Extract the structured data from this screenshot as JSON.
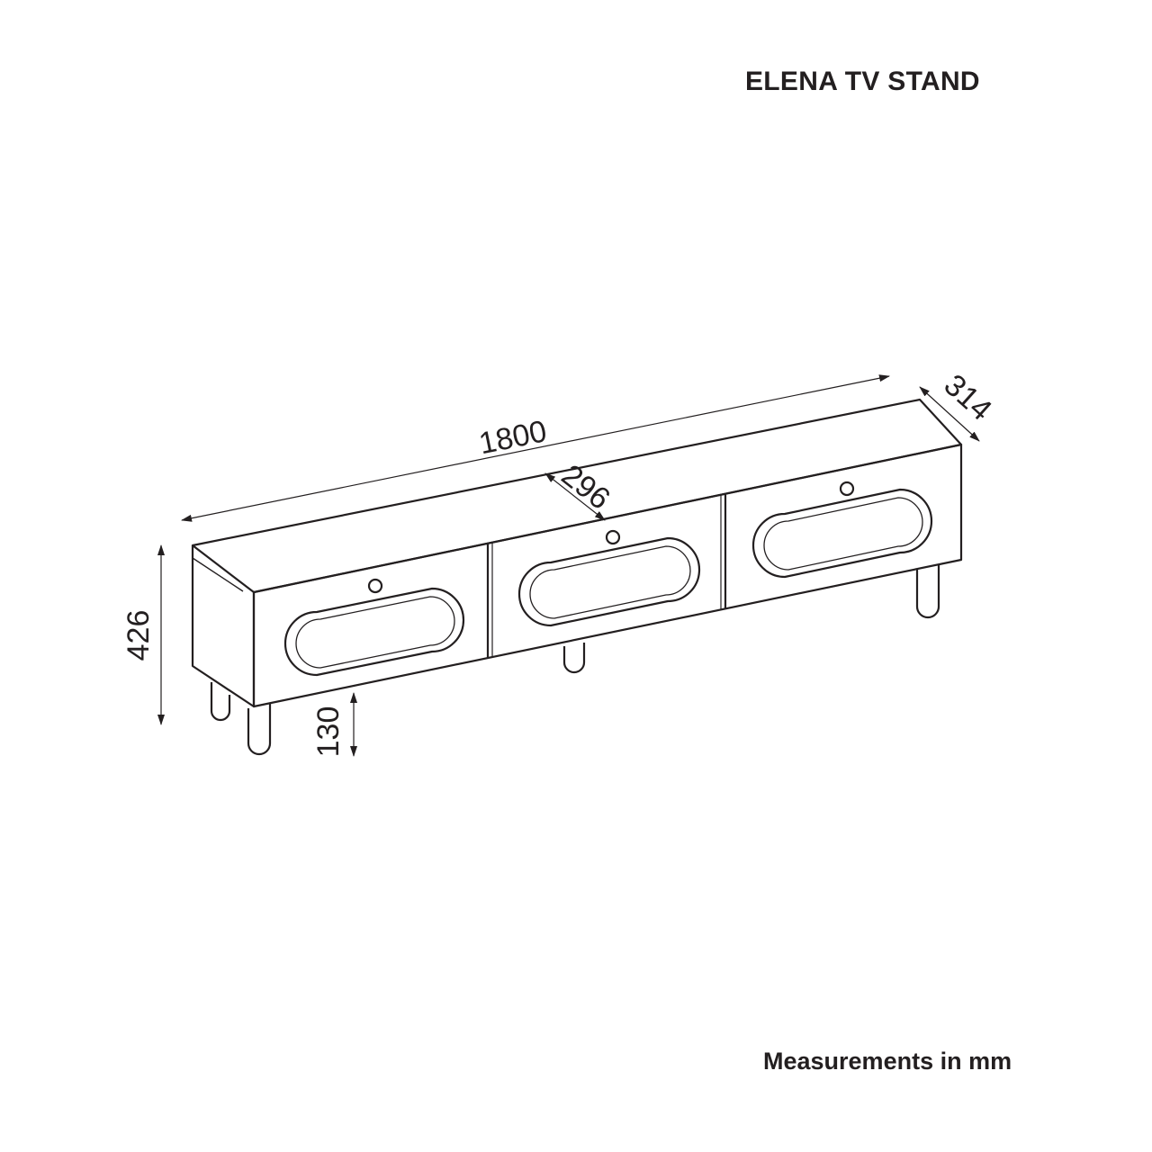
{
  "header": {
    "title": "ELENA TV STAND"
  },
  "footer": {
    "units_note": "Measurements in mm"
  },
  "dimensions": {
    "width": "1800",
    "depth": "314",
    "inner_depth": "296",
    "height": "426",
    "leg_height": "130"
  },
  "colors": {
    "line": "#231f20",
    "background": "#ffffff"
  }
}
